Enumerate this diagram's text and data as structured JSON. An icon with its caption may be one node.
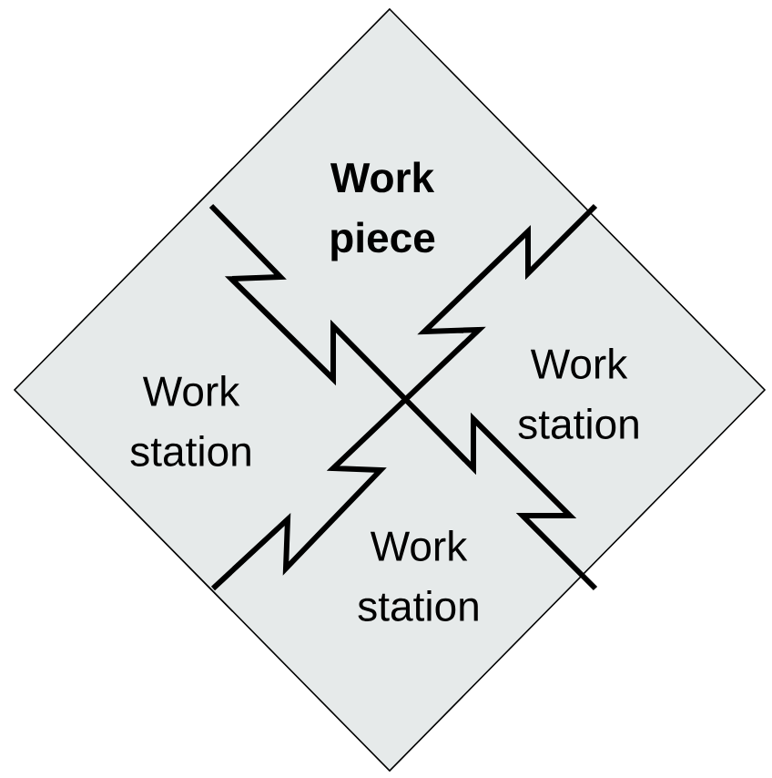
{
  "diagram": {
    "nodes": [
      {
        "text": [
          "Work piece"
        ]
      },
      {
        "text": [
          "Work station"
        ]
      },
      {
        "text": [
          "Work station"
        ]
      },
      {
        "text": [
          "Work station"
        ]
      }
    ]
  }
}
